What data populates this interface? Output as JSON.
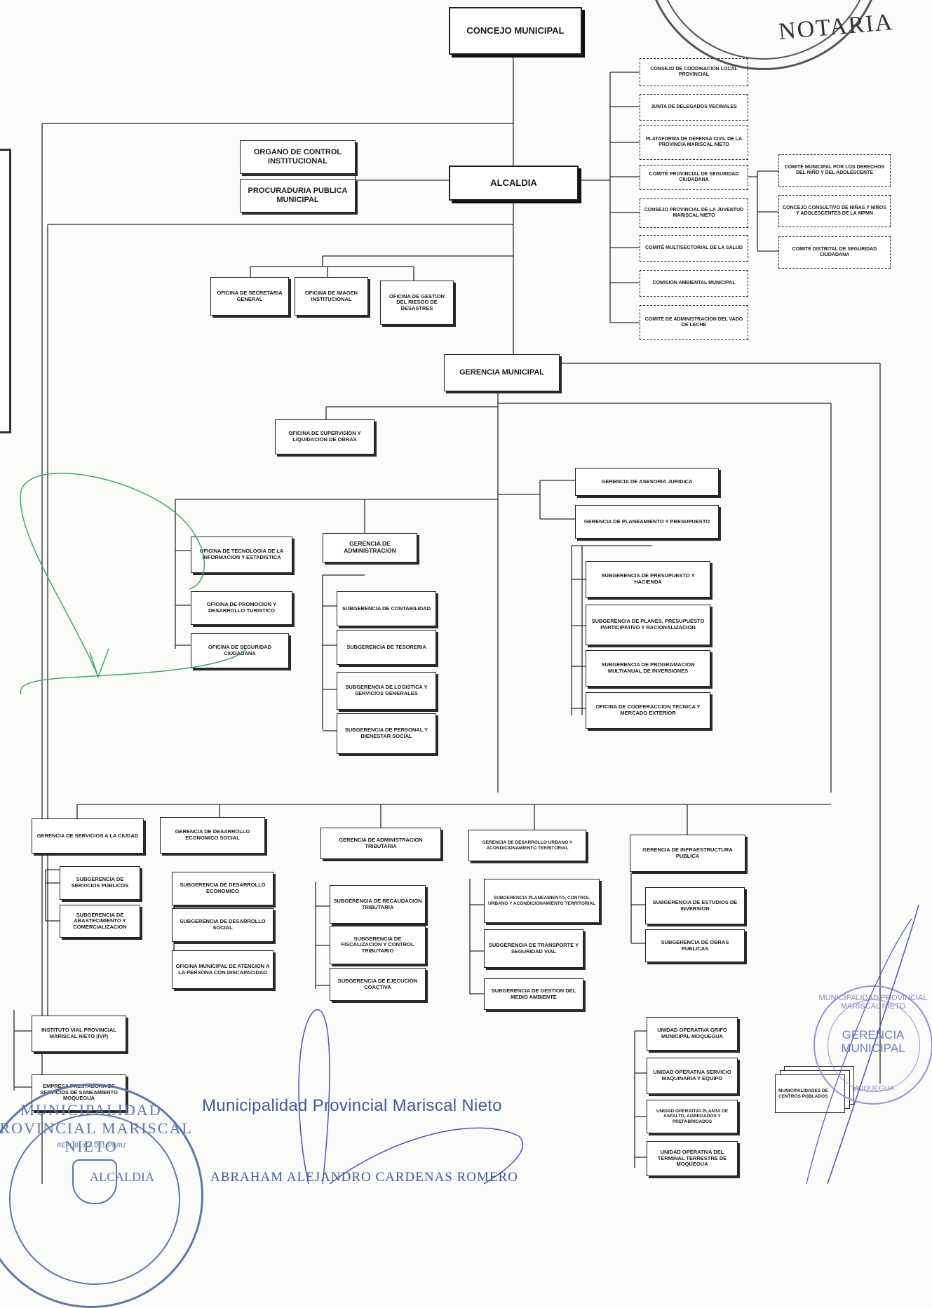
{
  "top": {
    "concejo": "CONCEJO MUNICIPAL",
    "alcaldia": "ALCALDIA",
    "organo_control": "ORGANO DE CONTROL INSTITUCIONAL",
    "procuraduria": "PROCURADURIA PUBLICA MUNICIPAL"
  },
  "consultive": [
    "CONSEJO DE COODINACION LOCAL PROVINCIAL",
    "JUNTA DE DELEGADOS VECINALES",
    "PLATAFORMA DE DEFENSA CIVIL DE LA PROVINCIA MARISCAL NIETO",
    "COMITÉ PROVINCIAL DE SEGURIDAD CIUDADANA",
    "CONSEJO PROVINCIAL DE LA JUVENTUD MARISCAL NIETO",
    "COMITÉ MULTISECTORIAL DE LA SALUD",
    "COMISION AMBIENTAL MUNICIPAL",
    "COMITÉ DE ADMINISTRACION DEL VADO DE LECHE"
  ],
  "consultive_right": [
    "COMITÉ MUNICIPAL POR LOS DERECHOS DEL NIÑO Y DEL ADOLESCENTE",
    "CONCEJO CONSULTIVO DE NIÑAS Y NIÑOS Y ADOLESCENTES DE LA MPMN",
    "COMITÉ DISTRITAL DE SEGURIDAD CIUDADANA"
  ],
  "alcaldia_offices": [
    "OFICINA DE SECRETARIA GENERAL",
    "OFICINA DE IMAGEN INSTITUCIONAL",
    "OFICINA DE GESTION DEL RIESGO DE DESASTRES"
  ],
  "gerencia_municipal": "GERENCIA MUNICIPAL",
  "supervision": "OFICINA DE SUPERVISION Y LIQUIDACION DE OBRAS",
  "left_offices": [
    "OFICINA DE TECNOLOGIA DE LA INFORMACION Y ESTADISTICA",
    "OFICINA DE PROMOCION Y DESARROLLO TURISTICO",
    "OFICINA DE SEGURIDAD CIUDADANA"
  ],
  "administracion": {
    "title": "GERENCIA DE ADMINISTRACION",
    "subs": [
      "SUBGERENCIA DE CONTABILIDAD",
      "SUBGERENCIA DE TESORERIA",
      "SUBGERENCIA DE LOGISTICA Y SERVICIOS GENERALES",
      "SUBGERENCIA DE PERSONAL Y BIENESTAR SOCIAL"
    ]
  },
  "asesoria": "GERENCIA DE ASESORIA JURIDICA",
  "planeamiento": {
    "title": "GERENCIA DE PLANEAMIENTO Y PRESUPUESTO",
    "subs": [
      "SUBGERENCIA DE PRESUPUESTO Y HACIENDA",
      "SUBGERENCIA DE PLANES, PRESUPUESTO PARTICIPATIVO Y RACIONALIZACION",
      "SUBGERENCIA DE PROGRAMACION MULTIANUAL DE INVERSIONES",
      "OFICINA DE COOPERACCION TECNICA Y MERCADO EXTERIOR"
    ]
  },
  "lineas": [
    {
      "title": "GERENCIA DE SERVICIOS A LA CIUDAD",
      "subs": [
        "SUBGERENCIA DE SERVICIOS PUBLICOS",
        "SUBGERENCIA DE ABASTECIMIENTO Y COMERCIALIZACION"
      ]
    },
    {
      "title": "GERENCIA DE DESARROLLO ECONOMICO SOCIAL",
      "subs": [
        "SUBGERENCIA DE DESARROLLO ECONOMICO",
        "SUBGERENCIA DE DESARROLLO SOCIAL",
        "OFICINA MUNICIPAL DE ATENCION A LA PERSONA CON DISCAPACIDAD"
      ]
    },
    {
      "title": "GERENCIA DE ADMINISTRACION TRIBUTARIA",
      "subs": [
        "SUBGERENCIA DE RECAUDACION TRIBUTARIA",
        "SUBGERENCIA DE FISCALIZACION Y CONTROL TRIBUTARIO",
        "SUBGERENCIA DE EJECUCION COACTIVA"
      ]
    },
    {
      "title": "GERENCIA DE DESARROLLO URBANO Y ACONDICIONAMIENTO TERRITORIAL",
      "subs": [
        "SUBGERENCIA PLANEAMIENTO, CONTROL URBANO Y ACONDICIONAMIENTO TERRITORIAL",
        "SUBGERENCIA DE TRANSPORTE Y SEGURIDAD VIAL",
        "SUBGERENCIA DE GESTION DEL MEDIO AMBIENTE"
      ]
    },
    {
      "title": "GERENCIA DE INFRAESTRUCTURA PUBLICA",
      "subs": [
        "SUBGERENCIA DE ESTUDIOS DE INVERSION",
        "SUBGERENCIA DE OBRAS PUBLICAS"
      ]
    }
  ],
  "instituto_vial": "INSTITUTO VIAL PROVINCIAL MARISCAL NIETO (IVP)",
  "empresa": "EMPRESA PRESTADORA DE SERVICIOS DE SANEAMIENTO MOQUEGUA",
  "unidades": [
    "UNIDAD OPERATIVA GRIFO MUNICIPAL MOQUEGUA",
    "UNIDAD OPERATIVA SERVICIO MAQUINARIA Y EQUIPO",
    "UNIDAD OPERATIVA PLANTA DE ASFALTO, AGREGADOS Y PREFABRICADOS",
    "UNIDAD OPERATIVA DEL TERMINAL TERRESTRE DE MOQUEGUA"
  ],
  "centros_poblados": "MUNICIPALIDADES DE CENTROS POBLADOS",
  "footer": {
    "municipalidad": "Municipalidad Provincial Mariscal Nieto",
    "name": "ABRAHAM ALEJANDRO CARDENAS ROMERO"
  },
  "stamps": {
    "notaria": "NOTARIA",
    "seal_left_ring": "MUNICIPALIDAD PROVINCIAL MARISCAL NIETO",
    "seal_left_small": "REPUBLICA DEL PERU",
    "seal_left_bottom": "ALCALDIA",
    "seal_right_ring": "MUNICIPALIDAD PROVINCIAL MARISCAL NIETO",
    "seal_right_center": "GERENCIA MUNICIPAL",
    "seal_right_bottom": "MOQUEGUA"
  }
}
